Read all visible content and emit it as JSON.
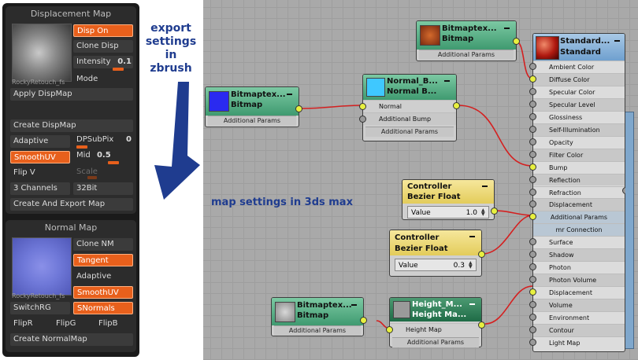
{
  "zbrush": {
    "displacement": {
      "title": "Displacement Map",
      "thumb_label": "RockyRetouch_fs",
      "disp_on": "Disp On",
      "clone_disp": "Clone Disp",
      "intensity_label": "Intensity",
      "intensity_value": "0.1",
      "mode": "Mode",
      "apply": "Apply DispMap",
      "create": "Create DispMap",
      "adaptive": "Adaptive",
      "dpsubpix_label": "DPSubPix",
      "dpsubpix_value": "0",
      "smoothuv": "SmoothUV",
      "mid_label": "Mid",
      "mid_value": "0.5",
      "flipv": "Flip V",
      "scale": "Scale",
      "channels": "3 Channels",
      "bits": "32Bit",
      "create_export": "Create And Export Map"
    },
    "normal": {
      "title": "Normal Map",
      "thumb_label": "RockyRetouch_fs",
      "clone_nm": "Clone NM",
      "tangent": "Tangent",
      "adaptive": "Adaptive",
      "smoothuv": "SmoothUV",
      "switchrg": "SwitchRG",
      "snormals": "SNormals",
      "flipr": "FlipR",
      "flipg": "FlipG",
      "flipb": "FlipB",
      "create": "Create NormalMap"
    }
  },
  "annotations": {
    "zbrush_note": [
      "export",
      "settings",
      "in",
      "zbrush"
    ],
    "max_note": "map settings in 3ds max"
  },
  "nodes": {
    "bitmap_top": {
      "t1": "Bitmaptex...",
      "t2": "Bitmap",
      "sub": "Additional Params"
    },
    "bitmap_left": {
      "t1": "Bitmaptex...",
      "t2": "Bitmap",
      "sub": "Additional Params"
    },
    "normal_bump": {
      "t1": "Normal_B...",
      "t2": "Normal B...",
      "rows": [
        "Normal",
        "Additional Bump"
      ],
      "sub": "Additional Params"
    },
    "controller1": {
      "t1": "Controller",
      "t2": "Bezier Float",
      "label": "Value",
      "value": "1.0"
    },
    "controller2": {
      "t1": "Controller",
      "t2": "Bezier Float",
      "label": "Value",
      "value": "0.3"
    },
    "bitmap_bottom": {
      "t1": "Bitmaptex...",
      "t2": "Bitmap",
      "sub": "Additional Params"
    },
    "height_map": {
      "t1": "Height_M...",
      "t2": "Height Ma...",
      "rows": [
        "Height Map"
      ],
      "sub": "Additional Params"
    },
    "standard": {
      "t1": "Standard...",
      "t2": "Standard",
      "slots": [
        "Ambient Color",
        "Diffuse Color",
        "Specular Color",
        "Specular Level",
        "Glossiness",
        "Self-Illumination",
        "Opacity",
        "Filter Color",
        "Bump",
        "Reflection",
        "Refraction",
        "Displacement",
        "Additional Params",
        "mr Connection",
        "Surface",
        "Shadow",
        "Photon",
        "Photon Volume",
        "Displacement",
        "Volume",
        "Environment",
        "Contour",
        "Light Map"
      ]
    }
  },
  "colors": {
    "zbrush_accent": "#e8601c",
    "note_blue": "#1f3c8f",
    "wire_red": "#d42020",
    "socket_yellow": "#e8f040"
  }
}
